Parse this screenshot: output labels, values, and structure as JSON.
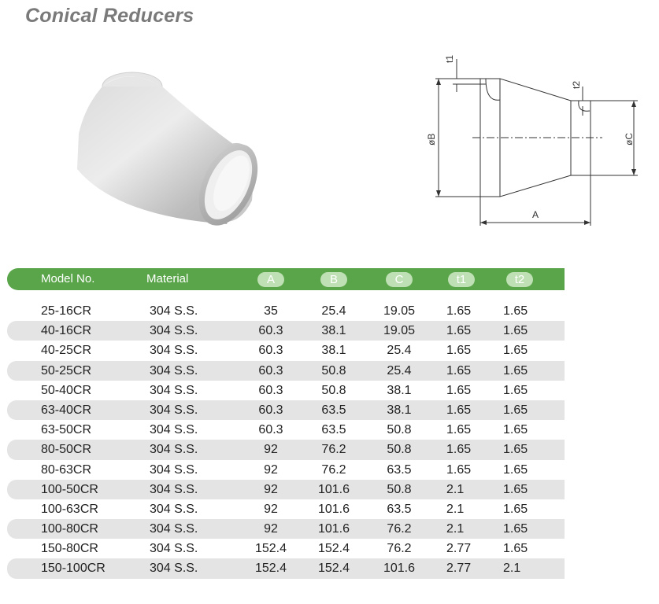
{
  "title": "Conical Reducers",
  "diagram": {
    "labels": {
      "t1": "t1",
      "t2": "t2",
      "b": "øB",
      "c": "øC",
      "a": "A"
    }
  },
  "table": {
    "header": {
      "model": "Model No.",
      "material": "Material",
      "a": "A",
      "b": "B",
      "c": "C",
      "t1": "t1",
      "t2": "t2"
    },
    "rows": [
      {
        "model": "25-16CR",
        "material": "304 S.S.",
        "a": "35",
        "b": "25.4",
        "c": "19.05",
        "t1": "1.65",
        "t2": "1.65"
      },
      {
        "model": "40-16CR",
        "material": "304 S.S.",
        "a": "60.3",
        "b": "38.1",
        "c": "19.05",
        "t1": "1.65",
        "t2": "1.65"
      },
      {
        "model": "40-25CR",
        "material": "304 S.S.",
        "a": "60.3",
        "b": "38.1",
        "c": "25.4",
        "t1": "1.65",
        "t2": "1.65"
      },
      {
        "model": "50-25CR",
        "material": "304 S.S.",
        "a": "60.3",
        "b": "50.8",
        "c": "25.4",
        "t1": "1.65",
        "t2": "1.65"
      },
      {
        "model": "50-40CR",
        "material": "304 S.S.",
        "a": "60.3",
        "b": "50.8",
        "c": "38.1",
        "t1": "1.65",
        "t2": "1.65"
      },
      {
        "model": "63-40CR",
        "material": "304 S.S.",
        "a": "60.3",
        "b": "63.5",
        "c": "38.1",
        "t1": "1.65",
        "t2": "1.65"
      },
      {
        "model": "63-50CR",
        "material": "304 S.S.",
        "a": "60.3",
        "b": "63.5",
        "c": "50.8",
        "t1": "1.65",
        "t2": "1.65"
      },
      {
        "model": "80-50CR",
        "material": "304 S.S.",
        "a": "92",
        "b": "76.2",
        "c": "50.8",
        "t1": "1.65",
        "t2": "1.65"
      },
      {
        "model": "80-63CR",
        "material": "304 S.S.",
        "a": "92",
        "b": "76.2",
        "c": "63.5",
        "t1": "1.65",
        "t2": "1.65"
      },
      {
        "model": "100-50CR",
        "material": "304 S.S.",
        "a": "92",
        "b": "101.6",
        "c": "50.8",
        "t1": "2.1",
        "t2": "1.65"
      },
      {
        "model": "100-63CR",
        "material": "304 S.S.",
        "a": "92",
        "b": "101.6",
        "c": "63.5",
        "t1": "2.1",
        "t2": "1.65"
      },
      {
        "model": "100-80CR",
        "material": "304 S.S.",
        "a": "92",
        "b": "101.6",
        "c": "76.2",
        "t1": "2.1",
        "t2": "1.65"
      },
      {
        "model": "150-80CR",
        "material": "304 S.S.",
        "a": "152.4",
        "b": "152.4",
        "c": "76.2",
        "t1": "2.77",
        "t2": "1.65"
      },
      {
        "model": "150-100CR",
        "material": "304 S.S.",
        "a": "152.4",
        "b": "152.4",
        "c": "101.6",
        "t1": "2.77",
        "t2": "2.1"
      }
    ]
  }
}
